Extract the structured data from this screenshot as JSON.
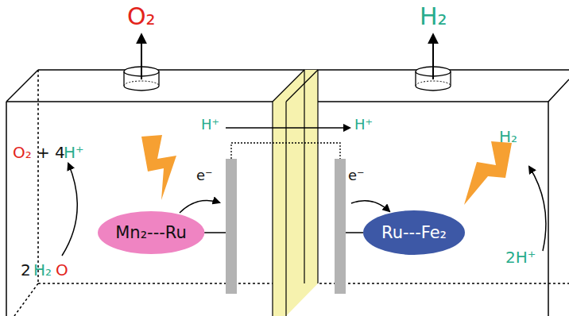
{
  "diagram": {
    "nodes": [
      {
        "text": [
          "Mn₂---Ru"
        ]
      },
      {
        "text": [
          "Ru---Fe₂"
        ]
      }
    ],
    "labels": [
      "O₂",
      "H₂",
      "H⁺",
      "H⁺",
      "O₂",
      "+ 4",
      "H⁺",
      "2",
      "H₂",
      "O",
      "e⁻",
      "e⁻",
      "H₂",
      "2H⁺"
    ]
  }
}
